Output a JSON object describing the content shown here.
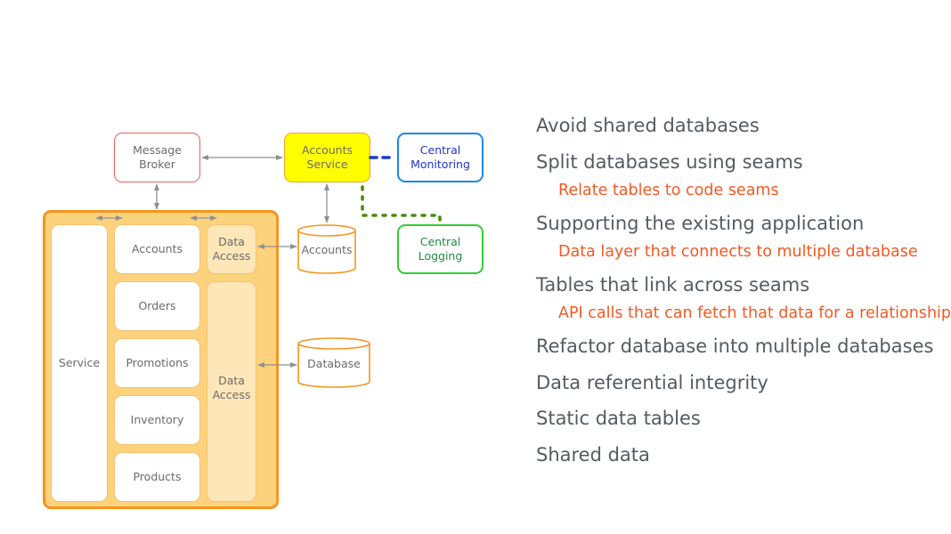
{
  "diagram": {
    "message_broker": "Message\nBroker",
    "accounts_service": "Accounts\nService",
    "central_monitoring": "Central\nMonitoring",
    "central_logging": "Central\nLogging",
    "service": "Service",
    "modules": [
      "Accounts",
      "Orders",
      "Promotions",
      "Inventory",
      "Products"
    ],
    "data_access_top": "Data\nAccess",
    "data_access_bottom": "Data\nAccess",
    "db_accounts": "Accounts",
    "db_database": "Database",
    "colors": {
      "broker_border": "#e8605a",
      "accounts_service_fill": "#ffff00",
      "monitoring_border": "#1e88e5",
      "monitoring_text": "#2233cc",
      "logging_border": "#33cc33",
      "logging_text": "#228844",
      "container_fill": "#fdd27c",
      "container_border": "#f7941d",
      "monitoring_link": "#1040d0",
      "logging_link": "#4a8a10"
    }
  },
  "bullets": [
    {
      "text": "Avoid shared databases",
      "level": 1
    },
    {
      "text": "Split databases using seams",
      "level": 1
    },
    {
      "text": "Relate tables to code seams",
      "level": 2
    },
    {
      "text": "Supporting the existing application",
      "level": 1
    },
    {
      "text": "Data layer that connects to multiple database",
      "level": 2
    },
    {
      "text": "Tables that link across seams",
      "level": 1
    },
    {
      "text": "API calls that can fetch that data for a relationship",
      "level": 2
    },
    {
      "text": "Refactor database into multiple databases",
      "level": 1
    },
    {
      "text": "Data referential integrity",
      "level": 1
    },
    {
      "text": "Static data tables",
      "level": 1
    },
    {
      "text": "Shared data",
      "level": 1
    }
  ]
}
